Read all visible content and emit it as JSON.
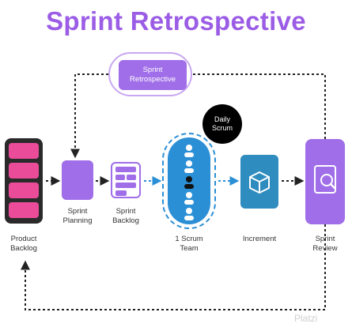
{
  "title": "Sprint Retrospective",
  "nodes": {
    "retrospective": "Sprint\nRetrospective",
    "product_backlog": "Product\nBacklog",
    "sprint_planning": "Sprint\nPlanning",
    "sprint_backlog": "Sprint\nBacklog",
    "daily_scrum": "Daily\nScrum",
    "scrum_team": "1 Scrum\nTeam",
    "increment": "Increment",
    "sprint_review": "Sprint\nReview"
  },
  "watermark": "Platzi",
  "colors": {
    "purple": "#a06ee8",
    "title_purple": "#9b5de5",
    "pink": "#ea4c9a",
    "blue": "#2b8fd6",
    "teal_blue": "#2e8cbf",
    "dark": "#2a2a2a"
  }
}
